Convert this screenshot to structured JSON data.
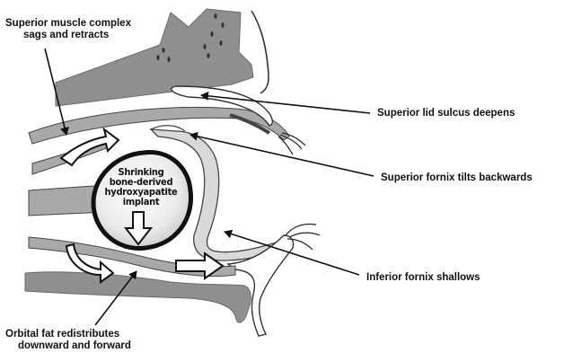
{
  "labels": {
    "superior_muscle_line1": "Superior muscle complex",
    "superior_muscle_line2": "sags and retracts",
    "implant_line1": "Shrinking",
    "implant_line2": "bone-derived",
    "implant_line3": "hydroxyapatite",
    "implant_line4": "implant",
    "lid_sulcus": "Superior lid sulcus deepens",
    "superior_fornix": "Superior fornix tilts backwards",
    "inferior_fornix": "Inferior fornix shallows",
    "orbital_fat_line1": "Orbital fat redistributes",
    "orbital_fat_line2": "downward and forward"
  },
  "colors": {
    "bone": "#8f8f8f",
    "bone_dark": "#5a5a5a",
    "tissue": "#a9a9a9",
    "conjunctiva": "#d9d9d9",
    "implant": "#f4f4f4",
    "outline": "#111111"
  }
}
